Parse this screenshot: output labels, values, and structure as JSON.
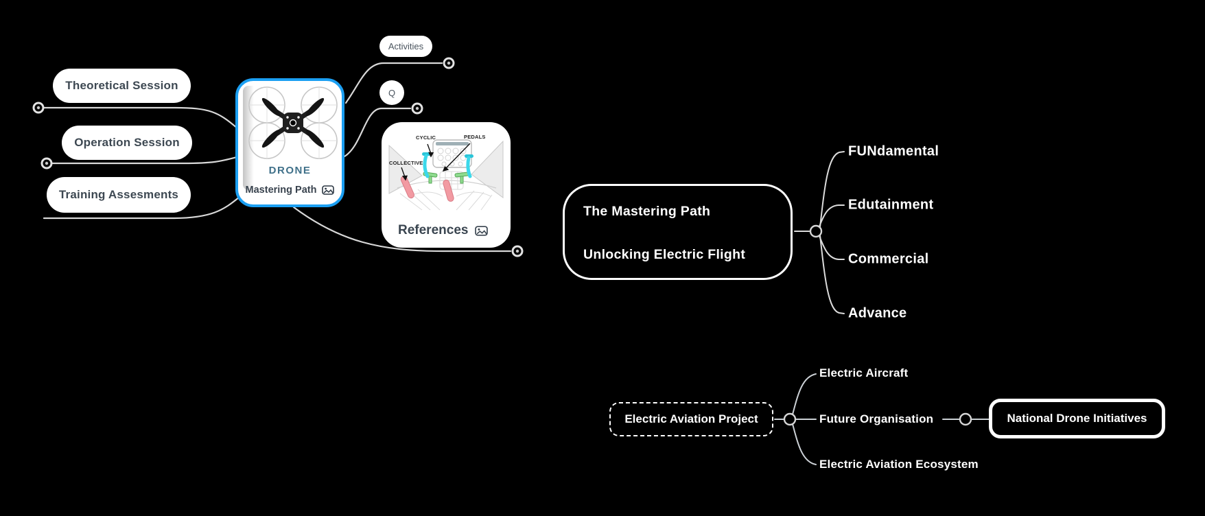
{
  "colors": {
    "background": "#000000",
    "accent_blue": "#1b9ff2",
    "line": "#d8d8d8",
    "topic_text": "#3d4852",
    "drone_text": "#3f7089",
    "white_text": "#ffffff"
  },
  "mindmap": {
    "central": {
      "title": "DRONE",
      "label": "Mastering Path",
      "icon": "picture-icon"
    },
    "left_topics": [
      "Theoretical Session",
      "Operation Session",
      "Training Assesments"
    ],
    "top_topics": [
      "Activities",
      "Q"
    ],
    "references": {
      "label": "References",
      "icon": "picture-icon",
      "diagram_labels": [
        "CYCLIC",
        "PEDALS",
        "COLLECTIVE"
      ]
    }
  },
  "mastering_root": {
    "line1": "The Mastering Path",
    "line2": "Unlocking Electric Flight",
    "children": [
      "FUNdamental",
      "Edutainment",
      "Commercial",
      "Advance"
    ]
  },
  "aviation_root": {
    "label": "Electric Aviation Project",
    "children": [
      "Electric Aircraft",
      "Future Organisation",
      "Electric Aviation Ecosystem"
    ],
    "linked_topic": "National Drone Initiatives"
  }
}
